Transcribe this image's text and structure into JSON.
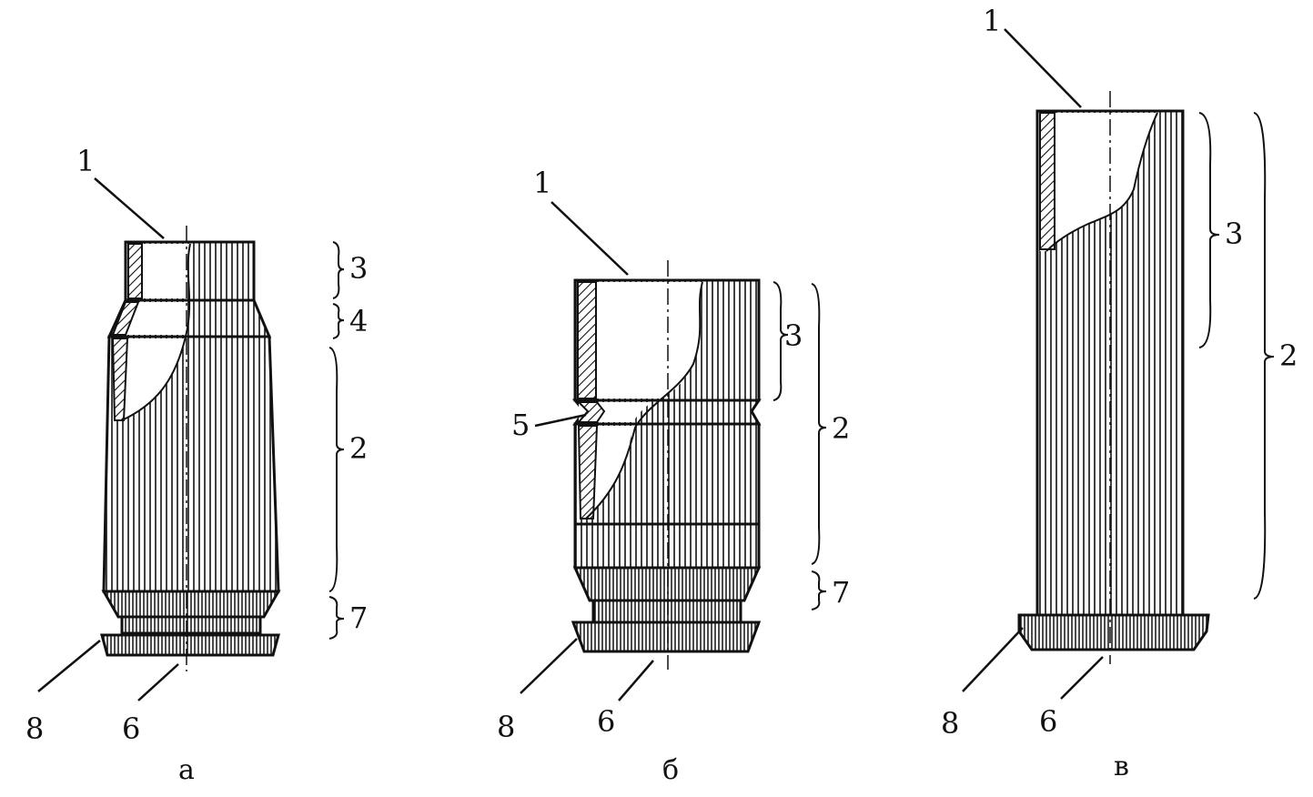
{
  "figure": {
    "case_a": {
      "caption": "а",
      "labels": {
        "mouth": "1",
        "body": "2",
        "muzzle": "3",
        "shoulder": "4",
        "groove": "7",
        "rim": "8",
        "base": "6"
      }
    },
    "case_b": {
      "caption": "б",
      "labels": {
        "mouth": "1",
        "body": "2",
        "muzzle": "3",
        "ring": "5",
        "groove": "7",
        "rim": "8",
        "base": "6"
      }
    },
    "case_c": {
      "caption": "в",
      "labels": {
        "mouth": "1",
        "body": "2",
        "muzzle": "3",
        "rim": "8",
        "base": "6"
      }
    }
  }
}
